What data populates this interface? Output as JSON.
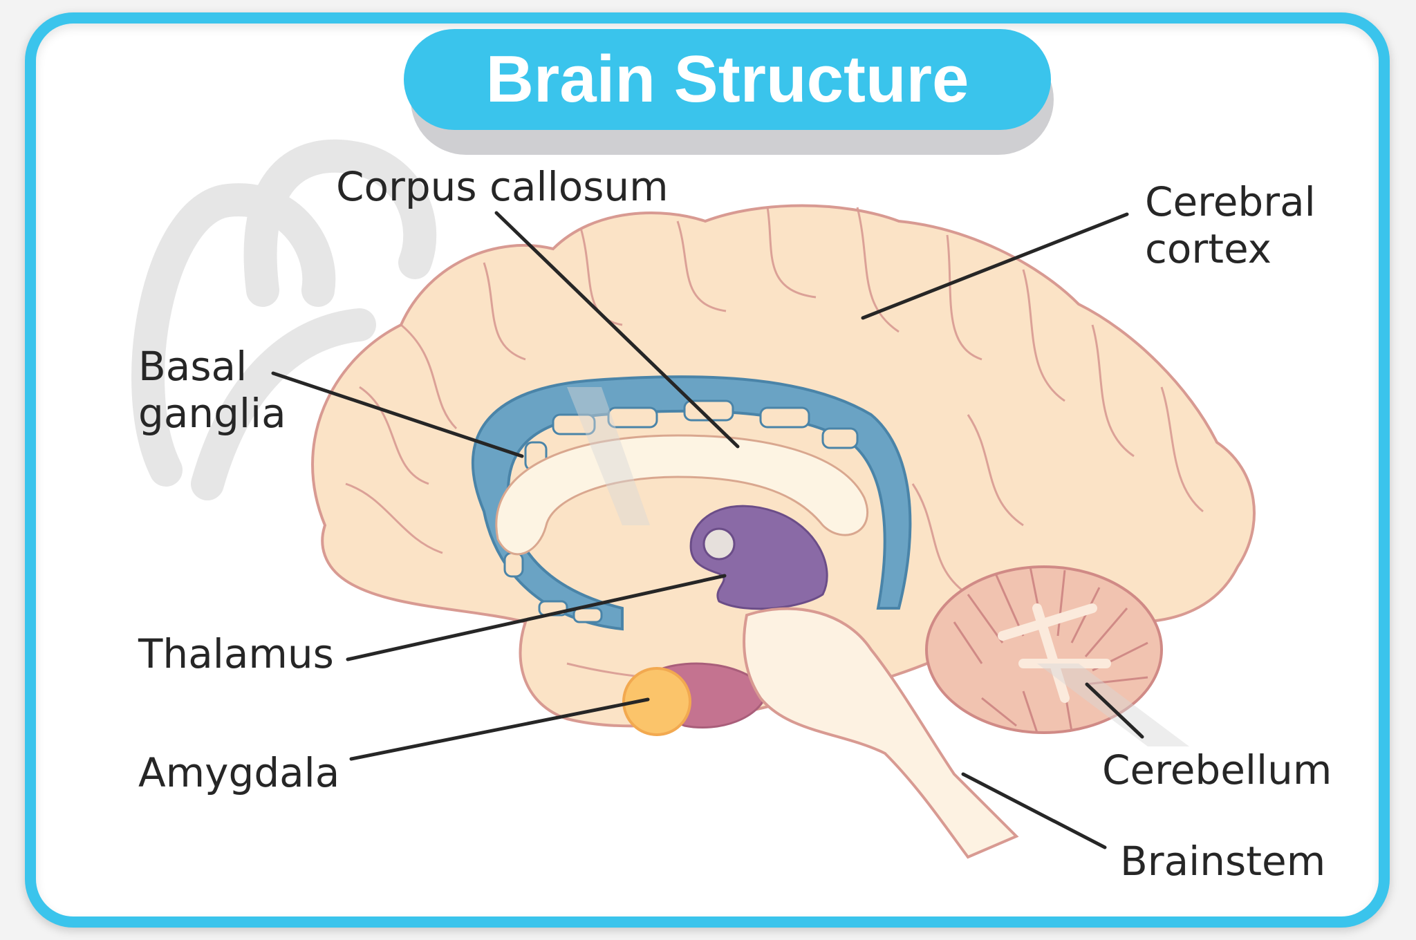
{
  "title": "Brain Structure",
  "colors": {
    "frame": "#3ac4ec",
    "title_pill": "#3ac4ec",
    "brain_tissue": "#fbe3c6",
    "brain_outline": "#d89a92",
    "ventricle": "#6aa3c4",
    "thalamus": "#8a6aa6",
    "amygdala": "#fbc46a",
    "cerebellum": "#f1c3b0",
    "label_text": "#262626"
  },
  "labels": {
    "corpus_callosum": "Corpus callosum",
    "cerebral_cortex_line1": "Cerebral",
    "cerebral_cortex_line2": "cortex",
    "basal_ganglia_line1": "Basal",
    "basal_ganglia_line2": "ganglia",
    "thalamus": "Thalamus",
    "amygdala": "Amygdala",
    "cerebellum": "Cerebellum",
    "brainstem": "Brainstem"
  }
}
